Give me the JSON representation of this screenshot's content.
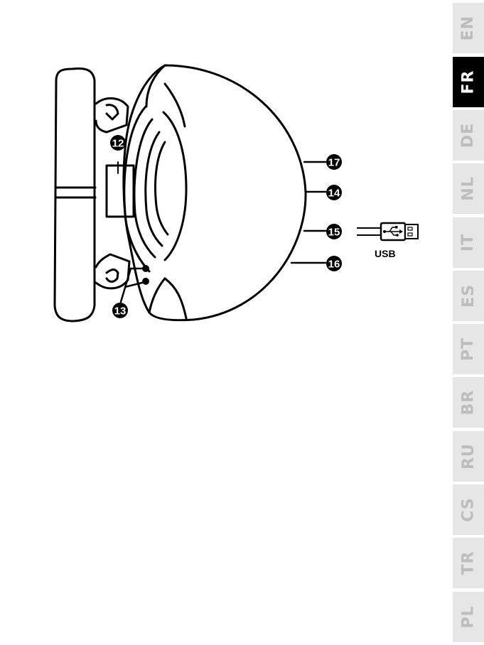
{
  "callouts": {
    "c12": "12",
    "c13": "13",
    "c14": "14",
    "c15": "15",
    "c16": "16",
    "c17": "17"
  },
  "usb": {
    "label": "USB"
  },
  "languages": {
    "active": "FR",
    "items": [
      "EN",
      "FR",
      "DE",
      "NL",
      "IT",
      "ES",
      "PT",
      "BR",
      "RU",
      "CS",
      "TR",
      "PL"
    ]
  },
  "colors": {
    "active_tab": "#000000",
    "inactive_tab": "#e6e6e6",
    "inactive_text": "#bdbdbd"
  }
}
